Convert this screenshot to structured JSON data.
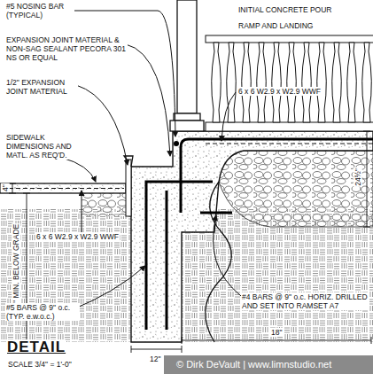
{
  "diagram": {
    "title": "DETAIL",
    "labels": [
      "#5 NOSING BAR (TYPICAL)",
      "INITIAL CONCRETE POUR",
      "RAMP AND LANDING",
      "EXPANSION JOINT MATERIAL & NON-SAG SEALANT PECORA 301 NS OR EQUAL",
      "1/2\" EXPANSION JOINT MATERIAL",
      "SIDEWALK DIMENSIONS AND MATL. AS REQ'D.",
      "6 x 6 W2.9 x W2.9 WWF",
      "4\"",
      "30\" MIN. BELOW GRADE",
      "24½\"",
      "6 x 6 W2.9 x W2.9 WWF",
      "#5 BARS @ 9\" o.c. (TYP. e.w.o.c.)",
      "#4 BARS @ 9\" o.c. HORIZ. DRILLED AND SET INTO RAMSET A7",
      "18\"",
      "12\"",
      "SCALE 3/4\" = 1'-0\"",
      "© Dirk DeVault | www.limnstudio.net"
    ]
  }
}
